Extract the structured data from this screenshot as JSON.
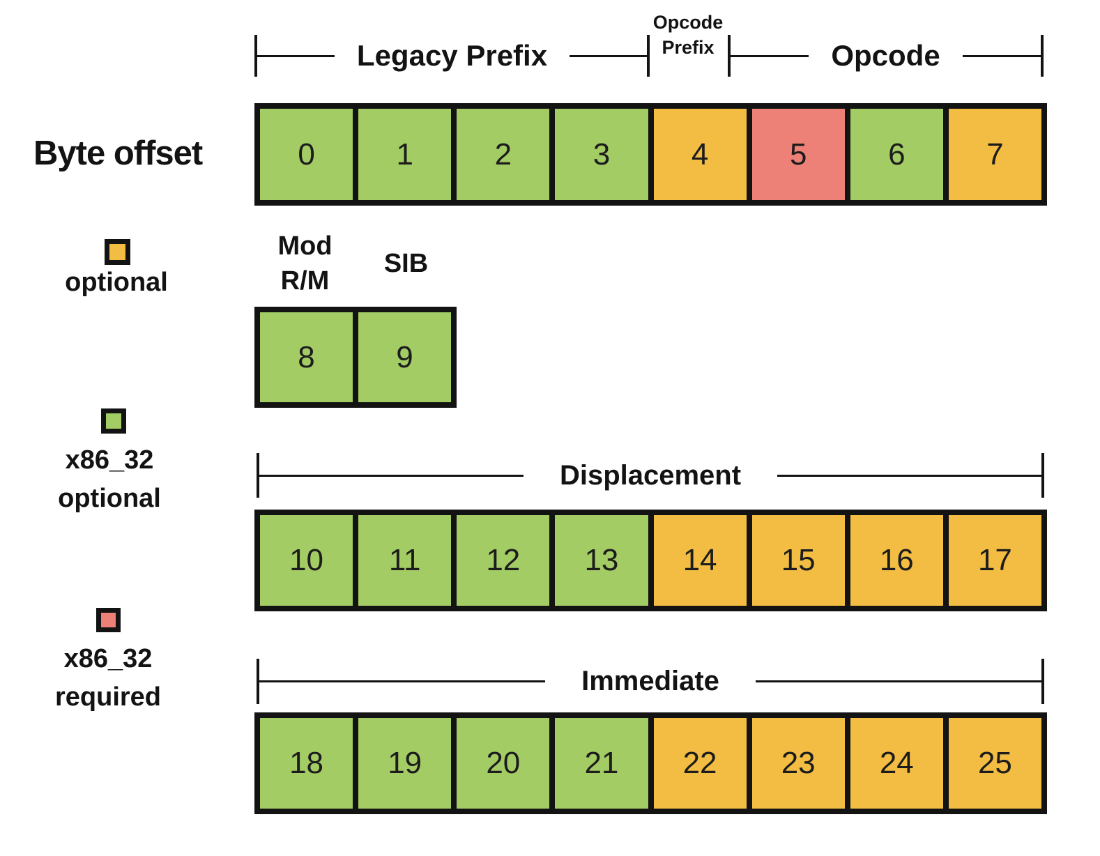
{
  "diagram": {
    "byte_offset_label": "Byte offset",
    "brackets": {
      "legacy_prefix": "Legacy Prefix",
      "opcode_prefix": "Opcode Prefix",
      "opcode": "Opcode",
      "displacement": "Displacement",
      "immediate": "Immediate"
    },
    "field_headers": {
      "mod_rm_line1": "Mod",
      "mod_rm_line2": "R/M",
      "sib": "SIB"
    },
    "legend": [
      {
        "label_line1": "optional",
        "label_line2": "",
        "type": "optional"
      },
      {
        "label_line1": "x86_32",
        "label_line2": "optional",
        "type": "x86_32_optional"
      },
      {
        "label_line1": "x86_32",
        "label_line2": "required",
        "type": "x86_32_required"
      }
    ],
    "colors": {
      "optional": "#f2bd42",
      "x86_32_optional": "#a3cc65",
      "x86_32_required": "#ee8177",
      "outline": "#131313"
    },
    "rows": [
      {
        "name": "bytes-0-7",
        "cells": [
          {
            "label": "0",
            "type": "x86_32_optional"
          },
          {
            "label": "1",
            "type": "x86_32_optional"
          },
          {
            "label": "2",
            "type": "x86_32_optional"
          },
          {
            "label": "3",
            "type": "x86_32_optional"
          },
          {
            "label": "4",
            "type": "optional"
          },
          {
            "label": "5",
            "type": "x86_32_required"
          },
          {
            "label": "6",
            "type": "x86_32_optional"
          },
          {
            "label": "7",
            "type": "optional"
          }
        ]
      },
      {
        "name": "bytes-8-9",
        "cells": [
          {
            "label": "8",
            "type": "x86_32_optional"
          },
          {
            "label": "9",
            "type": "x86_32_optional"
          }
        ]
      },
      {
        "name": "bytes-10-17",
        "cells": [
          {
            "label": "10",
            "type": "x86_32_optional"
          },
          {
            "label": "11",
            "type": "x86_32_optional"
          },
          {
            "label": "12",
            "type": "x86_32_optional"
          },
          {
            "label": "13",
            "type": "x86_32_optional"
          },
          {
            "label": "14",
            "type": "optional"
          },
          {
            "label": "15",
            "type": "optional"
          },
          {
            "label": "16",
            "type": "optional"
          },
          {
            "label": "17",
            "type": "optional"
          }
        ]
      },
      {
        "name": "bytes-18-25",
        "cells": [
          {
            "label": "18",
            "type": "x86_32_optional"
          },
          {
            "label": "19",
            "type": "x86_32_optional"
          },
          {
            "label": "20",
            "type": "x86_32_optional"
          },
          {
            "label": "21",
            "type": "x86_32_optional"
          },
          {
            "label": "22",
            "type": "optional"
          },
          {
            "label": "23",
            "type": "optional"
          },
          {
            "label": "24",
            "type": "optional"
          },
          {
            "label": "25",
            "type": "optional"
          }
        ]
      }
    ]
  }
}
